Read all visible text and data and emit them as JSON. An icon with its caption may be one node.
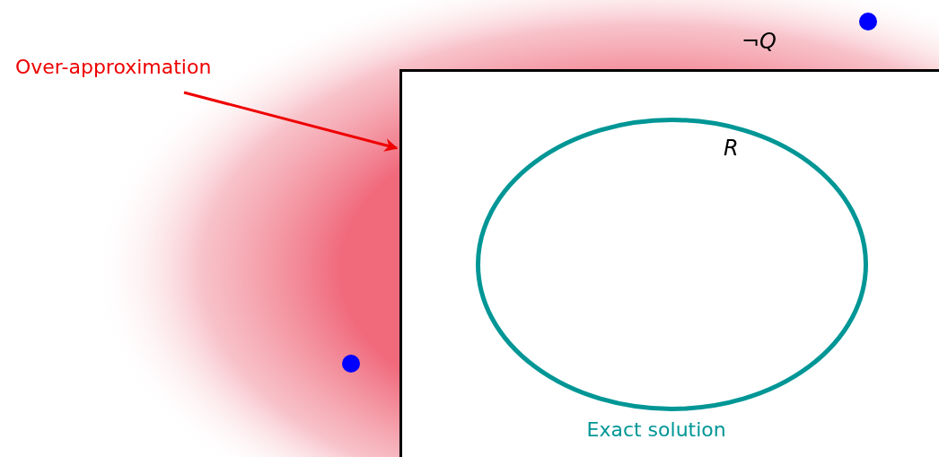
{
  "diagram": {
    "nodes": [
      {
        "text": [
          "Over-approximation"
        ]
      },
      {
        "text": [
          "¬*Q*"
        ]
      },
      {
        "text": [
          "*R*"
        ],
        "in": 1,
        "beside": [
          "Exact solution"
        ]
      }
    ],
    "edges": [
      {
        "from": 0,
        "to": 1,
        "arrow": "to"
      }
    ]
  }
}
